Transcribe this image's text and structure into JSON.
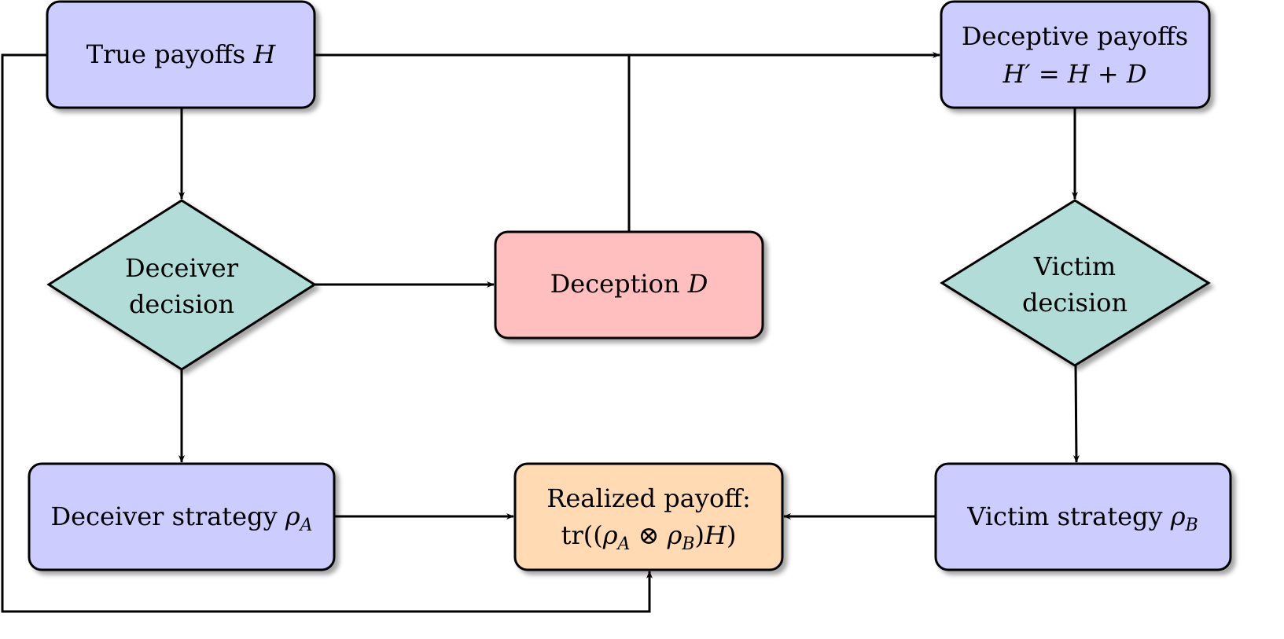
{
  "colors": {
    "payoff_box": "#ccccff",
    "decision_diamond": "#b2dcd8",
    "deception_box": "#ffbfbf",
    "realized_box": "#ffdab3"
  },
  "nodes": {
    "true_payoffs": {
      "text": "True payoffs ",
      "math": "H"
    },
    "deceptive_payoffs": {
      "line1": "Deceptive payoffs",
      "line2": "H′ = H + D"
    },
    "deceiver_decision": {
      "line1": "Deceiver",
      "line2": "decision"
    },
    "deception": {
      "text": "Deception ",
      "math": "D"
    },
    "victim_decision": {
      "line1": "Victim",
      "line2": "decision"
    },
    "deceiver_strategy": {
      "text": "Deceiver strategy ",
      "math": "ρ",
      "sub": "A"
    },
    "realized_payoff": {
      "line1": "Realized payoff:",
      "pre": "tr((",
      "rhoA": "ρ",
      "subA": "A",
      "otimes": " ⊗ ",
      "rhoB": "ρ",
      "subB": "B",
      "post": ")",
      "H": "H",
      "close": ")"
    },
    "victim_strategy": {
      "text": "Victim strategy ",
      "math": "ρ",
      "sub": "B"
    }
  }
}
